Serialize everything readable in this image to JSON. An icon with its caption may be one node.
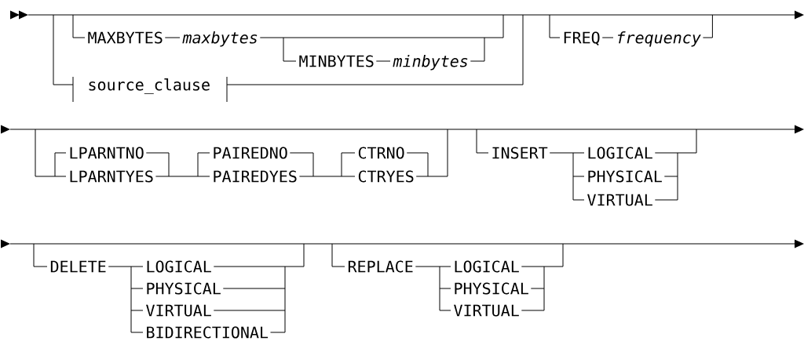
{
  "diagram": {
    "labels": [
      "MAXBYTES",
      "maxbytes",
      "FREQ",
      "frequency",
      "MINBYTES",
      "minbytes",
      "source_clause",
      "LPARNTNO",
      "PAIREDNO",
      "CTRNO",
      "INSERT",
      "LOGICAL",
      "LPARNTYES",
      "PAIREDYES",
      "CTRYES",
      "PHYSICAL",
      "VIRTUAL",
      "DELETE",
      "LOGICAL",
      "REPLACE",
      "LOGICAL",
      "PHYSICAL",
      "PHYSICAL",
      "VIRTUAL",
      "VIRTUAL",
      "BIDIRECTIONAL"
    ]
  }
}
